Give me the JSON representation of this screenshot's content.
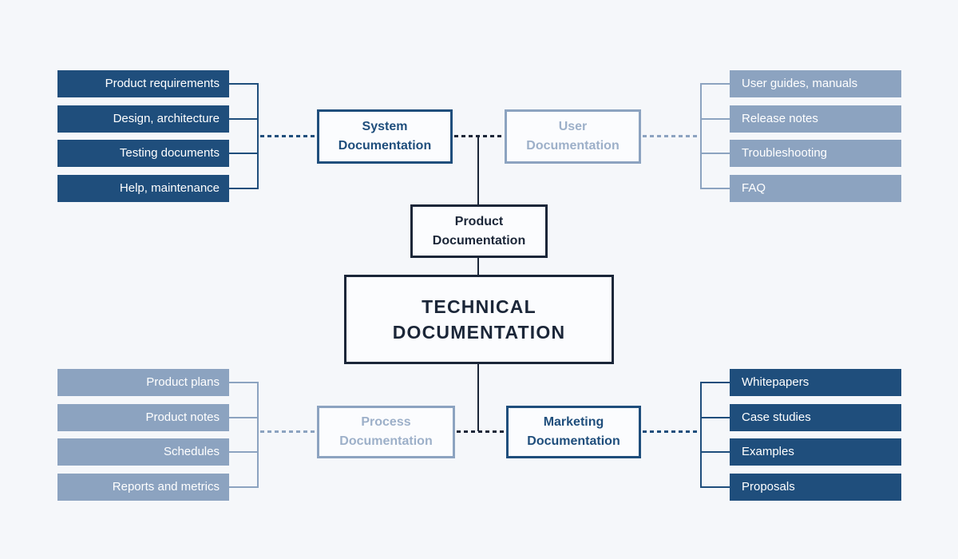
{
  "palette": {
    "background": "#f5f7fa",
    "dark_navy": "#1f4e7c",
    "light_blue": "#8ca3c0",
    "light_title": "#9db0c9",
    "near_black": "#1b2638",
    "box_bg": "#fbfcfe",
    "item_text": "#ffffff"
  },
  "center": {
    "root_title": "TECHNICAL DOCUMENTATION",
    "parent_title": "Product Documentation"
  },
  "branches": {
    "system": {
      "title": "System Documentation",
      "style": "dark",
      "items": [
        "Product requirements",
        "Design, architecture",
        "Testing documents",
        "Help, maintenance"
      ]
    },
    "user": {
      "title": "User Documentation",
      "style": "light",
      "items": [
        "User guides, manuals",
        "Release notes",
        "Troubleshooting",
        "FAQ"
      ]
    },
    "process": {
      "title": "Process Documentation",
      "style": "light",
      "items": [
        "Product plans",
        "Product notes",
        "Schedules",
        "Reports and metrics"
      ]
    },
    "marketing": {
      "title": "Marketing Documentation",
      "style": "dark",
      "items": [
        "Whitepapers",
        "Case studies",
        "Examples",
        "Proposals"
      ]
    }
  }
}
